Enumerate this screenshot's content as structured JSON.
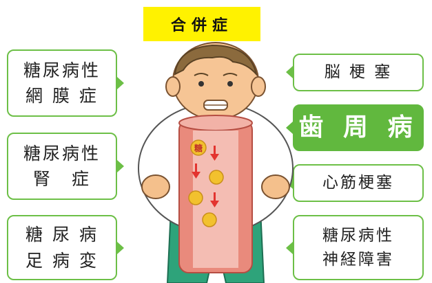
{
  "title": "合併症",
  "left_boxes": [
    {
      "label": "糖尿病性\n網 膜 症"
    },
    {
      "label": "糖尿病性\n腎　症"
    },
    {
      "label": "糖 尿 病\n足 病 変"
    }
  ],
  "right_boxes": [
    {
      "label": "脳 梗 塞"
    },
    {
      "label": "歯 周 病"
    },
    {
      "label": "心筋梗塞"
    },
    {
      "label": "糖尿病性\n神経障害"
    }
  ],
  "vessel_label": "糖",
  "colors": {
    "accent_green": "#61b83e",
    "title_yellow": "#fff200",
    "vessel_pink": "#e98a7c",
    "glucose_gold": "#f2c12e",
    "arrow_red": "#e3342f"
  },
  "figure_icon": "overweight-man-with-blood-vessel-icon"
}
